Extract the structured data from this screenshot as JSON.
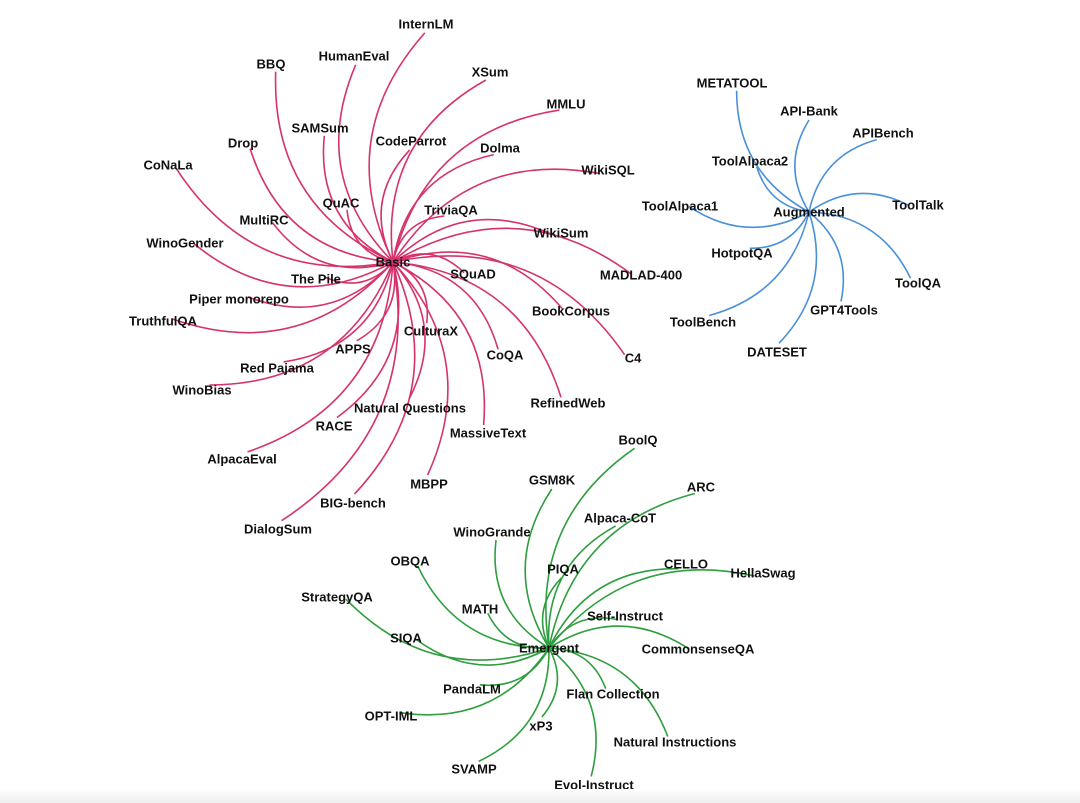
{
  "colors": {
    "basic": "#d6336c",
    "augmented": "#4a90d9",
    "emergent": "#2e9e3e"
  },
  "clusters": [
    {
      "id": "basic",
      "hub": "Basic",
      "nodes": [
        "InternLM",
        "HumanEval",
        "BBQ",
        "XSum",
        "MMLU",
        "SAMSum",
        "CodeParrot",
        "Dolma",
        "Drop",
        "CoNaLa",
        "WikiSQL",
        "QuAC",
        "TriviaQA",
        "MultiRC",
        "WikiSum",
        "WinoGender",
        "SQuAD",
        "The Pile",
        "MADLAD-400",
        "Piper monorepo",
        "TruthfulQA",
        "BookCorpus",
        "CulturaX",
        "APPS",
        "Red Pajama",
        "CoQA",
        "C4",
        "WinoBias",
        "Natural Questions",
        "RefinedWeb",
        "RACE",
        "MassiveText",
        "AlpacaEval",
        "MBPP",
        "BIG-bench",
        "DialogSum"
      ]
    },
    {
      "id": "augmented",
      "hub": "Augmented",
      "nodes": [
        "METATOOL",
        "API-Bank",
        "APIBench",
        "ToolAlpaca2",
        "ToolAlpaca1",
        "ToolTalk",
        "HotpotQA",
        "ToolQA",
        "GPT4Tools",
        "ToolBench",
        "DATESET"
      ]
    },
    {
      "id": "emergent",
      "hub": "Emergent",
      "nodes": [
        "BoolQ",
        "GSM8K",
        "ARC",
        "Alpaca-CoT",
        "WinoGrande",
        "CELLO",
        "HellaSwag",
        "OBQA",
        "PIQA",
        "StrategyQA",
        "MATH",
        "Self-Instruct",
        "SIQA",
        "CommonsenseQA",
        "PandaLM",
        "Flan Collection",
        "OPT-IML",
        "xP3",
        "Natural Instructions",
        "SVAMP",
        "Evol-Instruct"
      ]
    }
  ]
}
